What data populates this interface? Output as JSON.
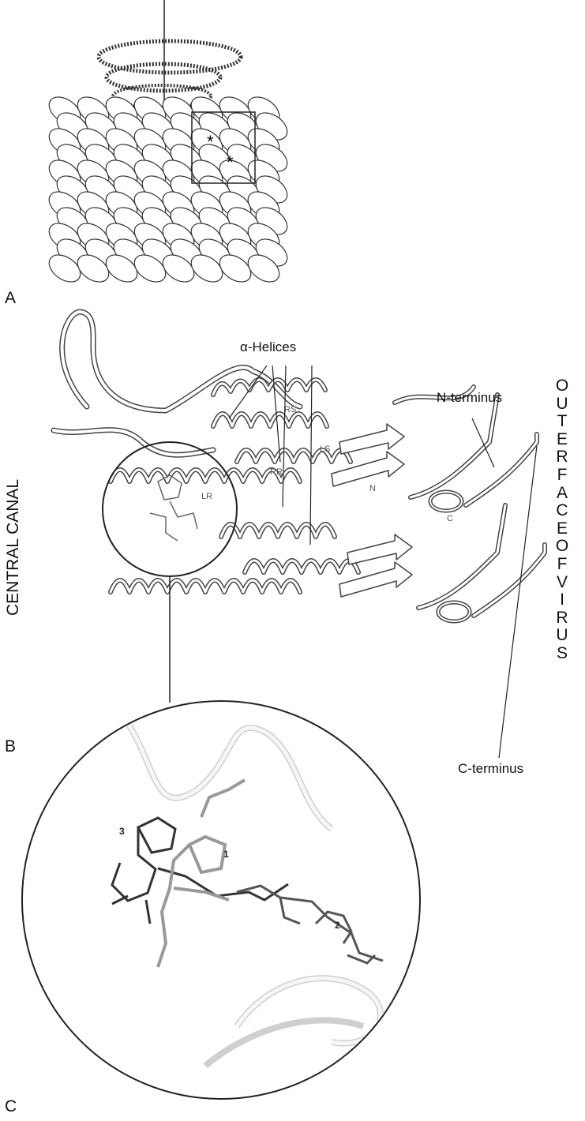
{
  "panels": {
    "a": {
      "letter": "A",
      "marker": "*"
    },
    "b": {
      "letter": "B",
      "helices_label": "α-Helices",
      "n_terminus_label": "N-terminus",
      "c_terminus_label": "C-terminus",
      "left_side_label": "CENTRAL CANAL",
      "right_side_label": "OUTER FACE OF VIRUS",
      "helix_codes": [
        "RS",
        "LS",
        "RR",
        "LR",
        "N",
        "C"
      ]
    },
    "c": {
      "letter": "C",
      "ring_numbers": [
        "1",
        "2",
        "3"
      ]
    }
  }
}
